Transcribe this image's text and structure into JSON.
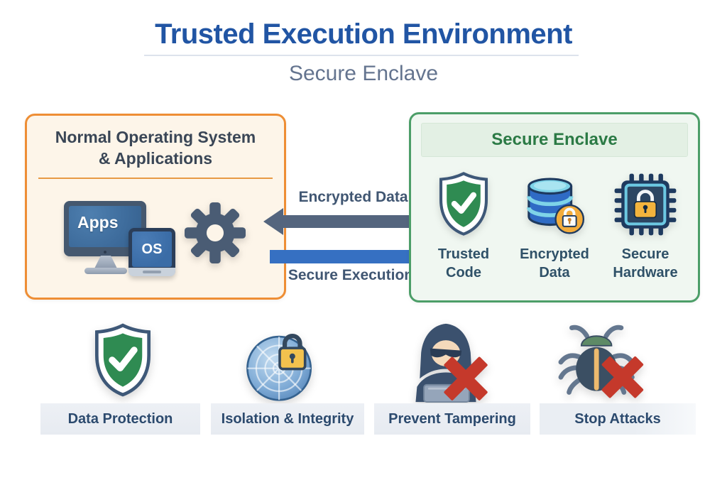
{
  "header": {
    "title": "Trusted Execution Environment",
    "subtitle": "Secure Enclave"
  },
  "left_box": {
    "title_line1": "Normal Operating System",
    "title_line2": "& Applications",
    "apps_label": "Apps",
    "os_label": "OS",
    "icons": [
      "monitor-icon",
      "laptop-icon",
      "gear-icon"
    ]
  },
  "right_box": {
    "title": "Secure Enclave",
    "items": [
      {
        "icon": "shield-check-icon",
        "line1": "Trusted",
        "line2": "Code"
      },
      {
        "icon": "database-lock-icon",
        "line1": "Encrypted",
        "line2": "Data"
      },
      {
        "icon": "chip-lock-icon",
        "line1": "Secure",
        "line2": "Hardware"
      }
    ]
  },
  "flows": {
    "to_left": {
      "label": "Encrypted Data",
      "direction": "right-to-left",
      "color": "#54657E"
    },
    "to_right": {
      "label": "Secure Execution",
      "direction": "left-to-right",
      "color": "#3670C2"
    }
  },
  "benefits": [
    {
      "icon": "shield-check-icon",
      "label": "Data Protection"
    },
    {
      "icon": "globe-lock-icon",
      "label": "Isolation & Integrity"
    },
    {
      "icon": "hacker-blocked-icon",
      "label": "Prevent Tampering"
    },
    {
      "icon": "bug-blocked-icon",
      "label": "Stop Attacks"
    }
  ],
  "colors": {
    "title_blue": "#2155A4",
    "subtitle_gray": "#64748F",
    "left_box_border": "#EE8E35",
    "left_box_bg": "#FDF5E9",
    "right_box_border": "#4C9E68",
    "right_box_bg": "#F0F7F1",
    "right_box_title_green": "#2B7A45",
    "arrow_gray": "#54657E",
    "arrow_blue": "#3670C2",
    "benefit_label_navy": "#2C4A6E",
    "benefit_band_bg": "#E9EDF3",
    "blocked_x_red": "#C5392B",
    "shield_green": "#2F8B52",
    "lock_gold": "#F2B33D"
  }
}
